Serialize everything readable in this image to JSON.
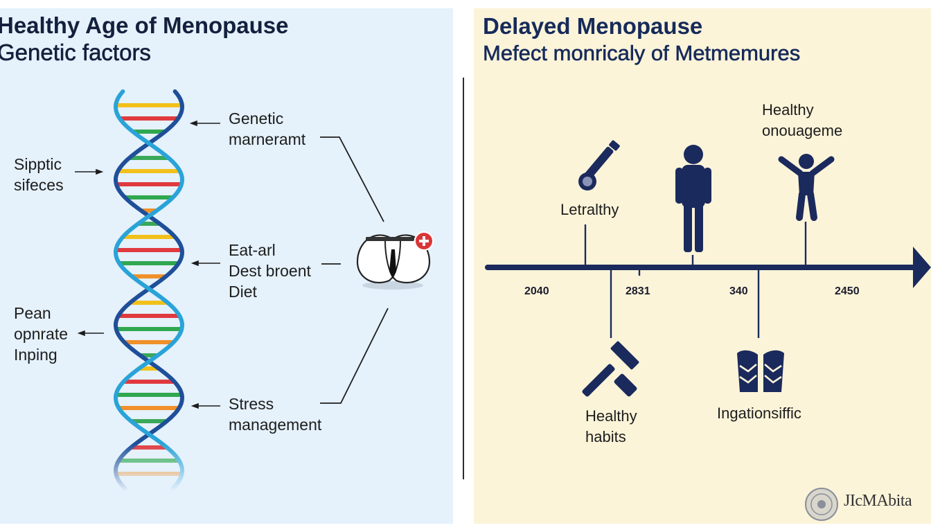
{
  "left": {
    "title": "Healthy Age of Menopause",
    "subtitle": "Genetic factors",
    "labels": {
      "genetic": "Genetic\nmarneramt",
      "sipptic": "Sipptic\nsifeces",
      "eat": "Eat-arl\nDest broent\nDiet",
      "pean": "Pean\nopnrate\nInping",
      "stress": "Stress\nmanagement"
    }
  },
  "right": {
    "title": "Delayed Menopause",
    "subtitle": "Mefect monricaly of Metmemures",
    "labels": {
      "healthy_top": "Healthy\nonouageme",
      "letrathy": "Letralthy",
      "healthy_habits": "Healthy\nhabits",
      "ingationsiffic": "Ingationsiffic"
    },
    "timeline_ticks": [
      "2040",
      "2831",
      "340",
      "2450"
    ],
    "watermark": "JIcMAbita"
  },
  "colors": {
    "navy": "#1b2a5c",
    "dna_strand": "#1f5ea8",
    "dna_strand_light": "#29a3d8",
    "bases": [
      "#f2c01a",
      "#e0393e",
      "#2fa84f",
      "#f0902a",
      "#3aa85a"
    ]
  },
  "icons": [
    "dna-helix-icon",
    "thyroid-organ-icon",
    "wrench-icon",
    "standing-person-icon",
    "cheering-person-icon",
    "hammer-icon",
    "hands-icon",
    "seal-icon"
  ]
}
